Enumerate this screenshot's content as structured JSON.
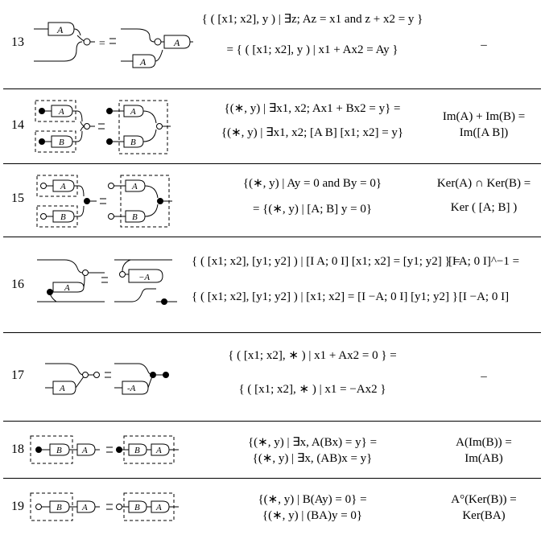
{
  "rows": [
    {
      "number": "13",
      "semantics": [
        "{ ( [x1; x2], y ) | ∃z; Az = x1 and z + x2 = y }",
        "= { ( [x1; x2], y ) | x1 + Ax2 = Ay }"
      ],
      "algebra": [
        "–"
      ],
      "gate_labels": [
        "A",
        "A",
        "A"
      ]
    },
    {
      "number": "14",
      "semantics": [
        "{(∗, y) | ∃x1, x2; Ax1 + Bx2 = y} =",
        "{(∗, y) | ∃x1, x2; [A B] [x1; x2] = y}"
      ],
      "algebra": [
        "Im(A) + Im(B) =",
        "Im([A  B])"
      ],
      "gate_labels": [
        "A",
        "B",
        "A",
        "B"
      ]
    },
    {
      "number": "15",
      "semantics": [
        "{(∗, y) | Ay = 0 and By = 0}",
        "= {(∗, y) | [A; B] y = 0}"
      ],
      "algebra": [
        "Ker(A) ∩ Ker(B) =",
        "Ker ( [A; B] )"
      ],
      "gate_labels": [
        "A",
        "B",
        "A",
        "B"
      ]
    },
    {
      "number": "16",
      "semantics": [
        "{ ( [x1; x2], [y1; y2] ) | [I A; 0 I] [x1; x2] = [y1; y2] } =",
        "{ ( [x1; x2], [y1; y2] ) | [x1; x2] = [I −A; 0 I] [y1; y2] }"
      ],
      "algebra": [
        "[I A; 0 I]^−1 =",
        "[I −A; 0 I]"
      ],
      "gate_labels": [
        "A",
        "−A"
      ]
    },
    {
      "number": "17",
      "semantics": [
        "{ ( [x1; x2], ∗ ) | x1 + Ax2 = 0 } =",
        "{ ( [x1; x2], ∗ ) | x1 = −Ax2 }"
      ],
      "algebra": [
        "–"
      ],
      "gate_labels": [
        "A",
        "-A"
      ]
    },
    {
      "number": "18",
      "semantics": [
        "{(∗, y) | ∃x, A(Bx) = y} =",
        "{(∗, y) | ∃x, (AB)x = y}"
      ],
      "algebra": [
        "A(Im(B)) =",
        "Im(AB)"
      ],
      "gate_labels": [
        "B",
        "A",
        "B",
        "A"
      ]
    },
    {
      "number": "19",
      "semantics": [
        "{(∗, y) | B(Ay) = 0} =",
        "{(∗, y) | (BA)y = 0}"
      ],
      "algebra": [
        "A°(Ker(B)) =",
        "Ker(BA)"
      ],
      "gate_labels": [
        "B",
        "A",
        "B",
        "A"
      ]
    }
  ],
  "equals_sign": "="
}
